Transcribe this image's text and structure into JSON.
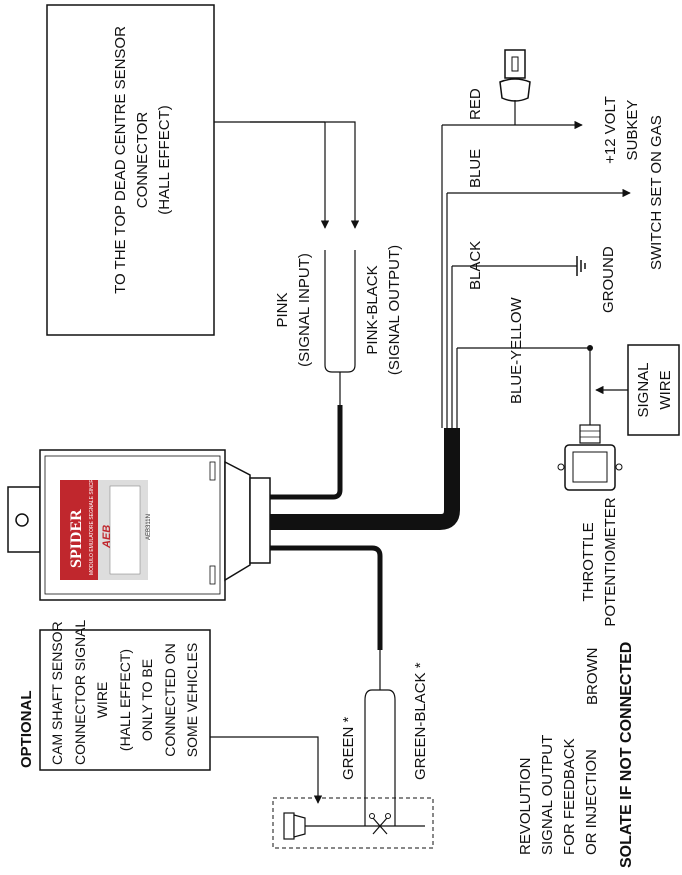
{
  "tdc_box": {
    "lines": [
      "TO THE TOP DEAD CENTRE SENSOR",
      "CONNECTOR",
      "(HALL EFFECT)"
    ]
  },
  "pink_label": {
    "lines": [
      "PINK",
      "(SIGNAL INPUT)"
    ]
  },
  "pink_black_label": {
    "lines": [
      "PINK-BLACK",
      "(SIGNAL OUTPUT)"
    ]
  },
  "wires": {
    "red": "RED",
    "blue": "BLUE",
    "black": "BLACK",
    "blue_yellow": "BLUE-YELLOW",
    "green": "GREEN *",
    "green_black": "GREEN-BLACK *",
    "brown": "BROWN"
  },
  "subkey_label": {
    "lines": [
      "+12 VOLT",
      "SUBKEY"
    ]
  },
  "switch_label": "SWITCH SET ON GAS",
  "ground_label": "GROUND",
  "signal_wire_box": {
    "lines": [
      "SIGNAL",
      "WIRE"
    ]
  },
  "throttle_label": {
    "lines": [
      "THROTTLE",
      "POTENTIOMETER"
    ]
  },
  "optional_title": "OPTIONAL",
  "cam_box": {
    "lines": [
      "CAM  SHAFT SENSOR",
      "CONNECTOR SIGNAL",
      "WIRE",
      "(HALL EFFECT)",
      "ONLY TO BE",
      "CONNECTED ON",
      "SOME VEHICLES"
    ]
  },
  "revolution_label": {
    "lines": [
      "REVOLUTION",
      "SIGNAL OUTPUT",
      "FOR FEEDBACK",
      "OR INJECTION"
    ]
  },
  "isolate_warning": "SOLATE IF NOT CONNECTED",
  "device": {
    "brand": "SPIDER",
    "logo": "AEB",
    "subtitle": "MODULO EMULATORE SEGNALE SINCRONISMO",
    "code": "AEB311N"
  }
}
